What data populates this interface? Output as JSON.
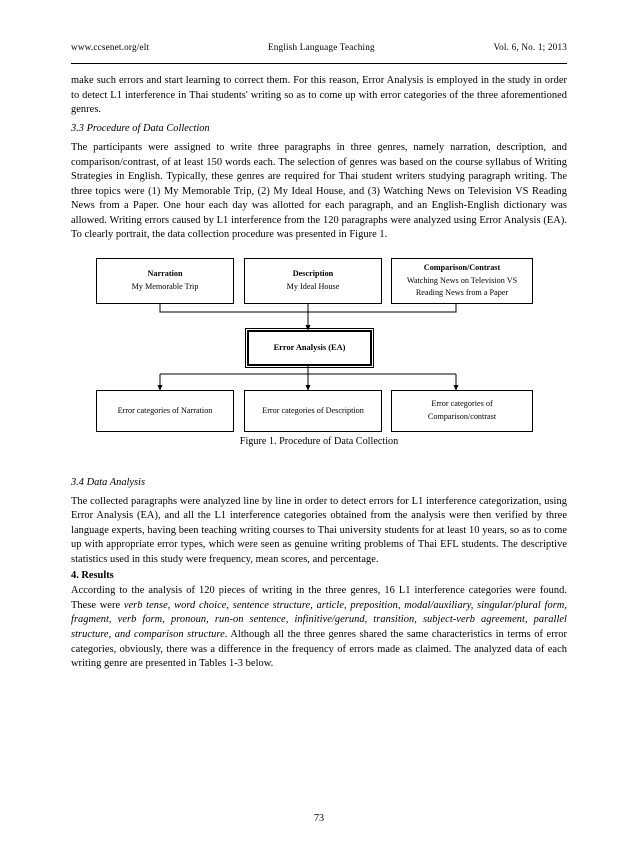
{
  "header": {
    "left": "www.ccsenet.org/elt",
    "center": "English Language Teaching",
    "right": "Vol. 6, No. 1; 2013"
  },
  "body": {
    "paragraph_1": "make such errors and start learning to correct them. For this reason, Error Analysis is employed in the study in order to detect L1 interference in Thai students' writing so as to come up with error categories of the three aforementioned genres.",
    "section_3_3_heading": "3.3 Procedure of Data Collection",
    "paragraph_2": "The participants were assigned to write three paragraphs in three genres, namely narration, description, and comparison/contrast, of at least 150 words each. The selection of genres was based on the course syllabus of Writing Strategies in English. Typically, these genres are required for Thai student writers studying paragraph writing. The three topics were (1) My Memorable Trip, (2) My Ideal House, and (3) Watching News on Television VS Reading News from a Paper. One hour each day was allotted for each paragraph, and an English-English dictionary was allowed. Writing errors caused by L1 interference from the 120 paragraphs were analyzed using Error Analysis (EA). To clearly portrait, the data collection procedure was presented in Figure 1.",
    "section_3_4_heading": "3.4 Data Analysis",
    "paragraph_3": "The collected paragraphs were analyzed line by line in order to detect errors for L1 interference categorization, using Error Analysis (EA), and all the L1 interference categories obtained from the analysis were then verified by three language experts, having been teaching writing courses to Thai university students for at least 10 years, so as to come up with appropriate error types, which were seen as genuine writing problems of Thai EFL students. The descriptive statistics used in this study were frequency, mean scores, and percentage.",
    "section_4_heading": "4. Results",
    "paragraph_4_part1": "According to the analysis of 120 pieces of writing in the three genres, 16 L1 interference categories were found. These were ",
    "paragraph_4_italic": "verb tense, word choice, sentence structure, article, preposition, modal/auxiliary, singular/plural form, fragment, verb form, pronoun, run-on sentence, infinitive/gerund, transition, subject-verb agreement, parallel structure, and comparison structure",
    "paragraph_4_part2": ". Although all the three genres shared the same characteristics in terms of error categories, obviously, there was a difference in the frequency of errors made as claimed. The analyzed data of each writing genre are presented in Tables 1-3 below."
  },
  "figure": {
    "caption": "Figure 1. Procedure of Data Collection",
    "nodes": {
      "narration_title": "Narration",
      "narration_topic": "My Memorable Trip",
      "description_title": "Description",
      "description_topic": "My Ideal House",
      "comparison_title": "Comparison/Contrast",
      "comparison_topic_line1": "Watching News on Television VS",
      "comparison_topic_line2": "Reading News from a Paper",
      "error_analysis": "Error Analysis (EA)",
      "cat_narration": "Error categories of Narration",
      "cat_description": "Error categories of Description",
      "cat_comparison_line1": "Error categories of",
      "cat_comparison_line2": "Comparison/contrast"
    }
  },
  "footer": {
    "page_number": "73"
  }
}
